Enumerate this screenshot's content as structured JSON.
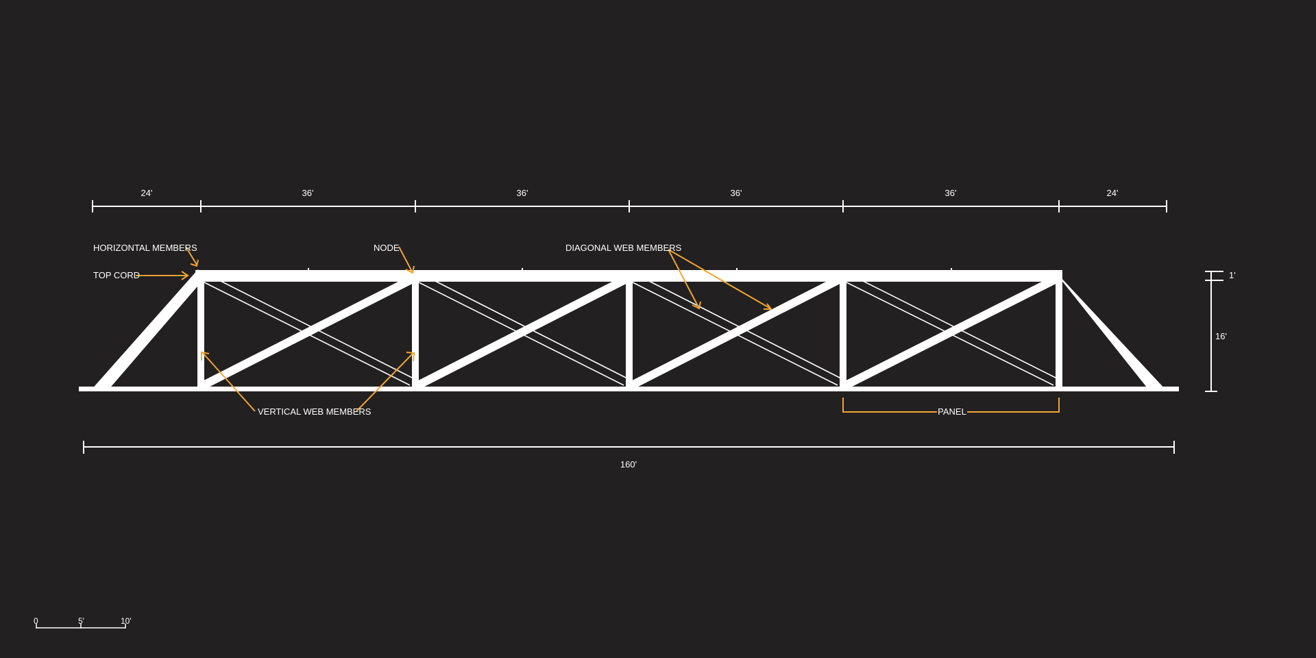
{
  "colors": {
    "background": "#222021",
    "structure": "#ffffff",
    "annotation": "#f2a531",
    "text": "#ffffff"
  },
  "top_dimensions": [
    "24'",
    "36'",
    "36'",
    "36'",
    "36'",
    "24'"
  ],
  "overall_length": "160'",
  "height_dims": {
    "chord_thickness": "1'",
    "truss_height": "16'"
  },
  "callouts": {
    "horizontal_members": "HORIZONTAL MEMBERS",
    "top_cord": "TOP CORD",
    "node": "NODE",
    "diagonal_web_members": "DIAGONAL WEB MEMBERS",
    "vertical_web_members": "VERTICAL WEB MEMBERS",
    "panel": "PANEL"
  },
  "scale_bar": [
    "0",
    "5'",
    "10'"
  ]
}
